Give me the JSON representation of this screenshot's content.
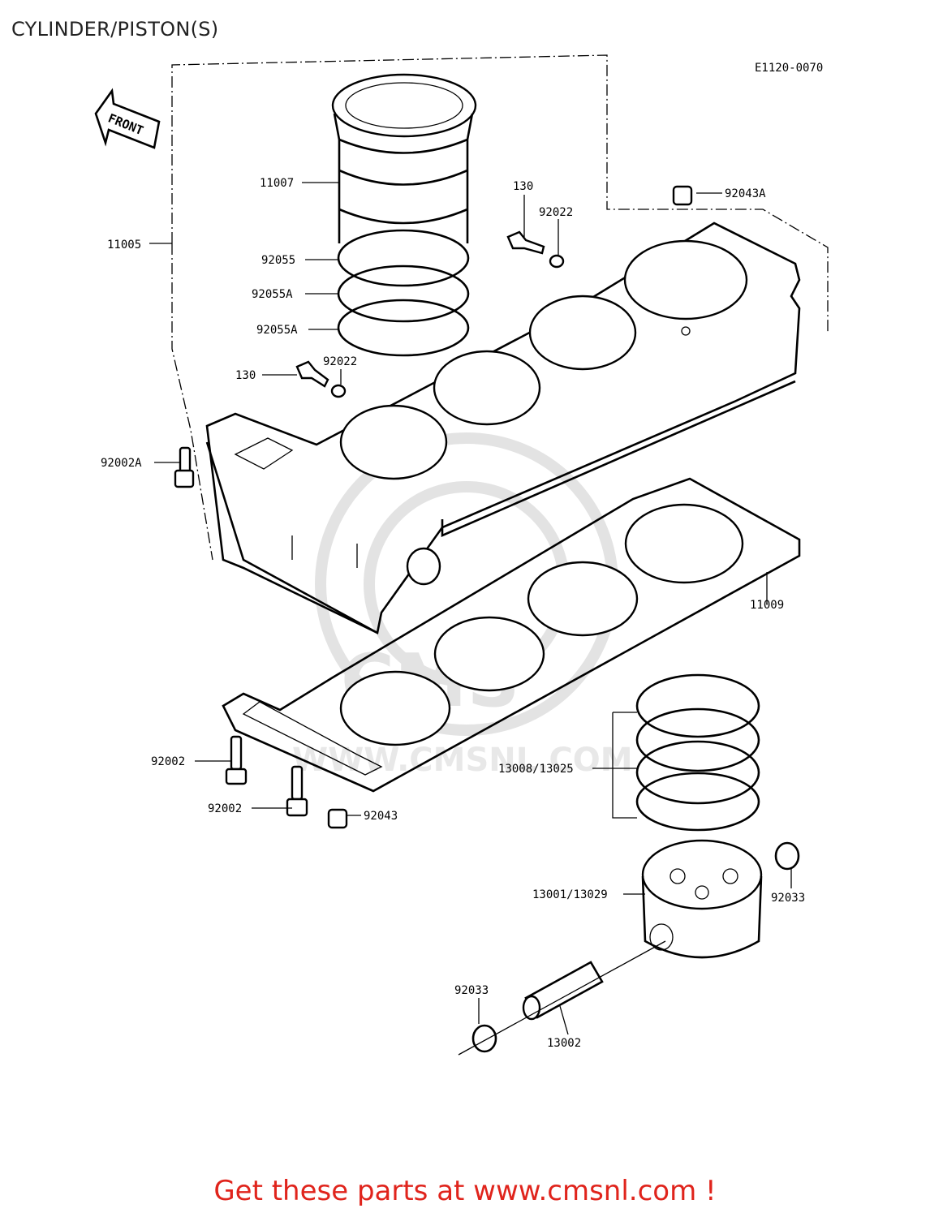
{
  "title": "CYLINDER/PISTON(S)",
  "diagram_code": "E1120-0070",
  "front_arrow_label": "FRONT",
  "watermark": "CMS www.cmsnl.com",
  "callouts": [
    {
      "id": "11007",
      "text": "11007"
    },
    {
      "id": "11005",
      "text": "11005"
    },
    {
      "id": "92055",
      "text": "92055"
    },
    {
      "id": "92055A_1",
      "text": "92055A"
    },
    {
      "id": "92055A_2",
      "text": "92055A"
    },
    {
      "id": "130_top",
      "text": "130"
    },
    {
      "id": "92022_top",
      "text": "92022"
    },
    {
      "id": "92043A",
      "text": "92043A"
    },
    {
      "id": "130_mid",
      "text": "130"
    },
    {
      "id": "92022_mid",
      "text": "92022"
    },
    {
      "id": "92002A",
      "text": "92002A"
    },
    {
      "id": "11009",
      "text": "11009"
    },
    {
      "id": "13008_13025",
      "text": "13008/13025"
    },
    {
      "id": "92002_1",
      "text": "92002"
    },
    {
      "id": "92002_2",
      "text": "92002"
    },
    {
      "id": "92043",
      "text": "92043"
    },
    {
      "id": "13001_13029",
      "text": "13001/13029"
    },
    {
      "id": "92033_right",
      "text": "92033"
    },
    {
      "id": "92033_left",
      "text": "92033"
    },
    {
      "id": "13002",
      "text": "13002"
    }
  ],
  "promo_text": "Get these parts at www.cmsnl.com !",
  "colors": {
    "promo": "#e0241c",
    "line": "#000000",
    "watermark": "#e3e3e3"
  }
}
